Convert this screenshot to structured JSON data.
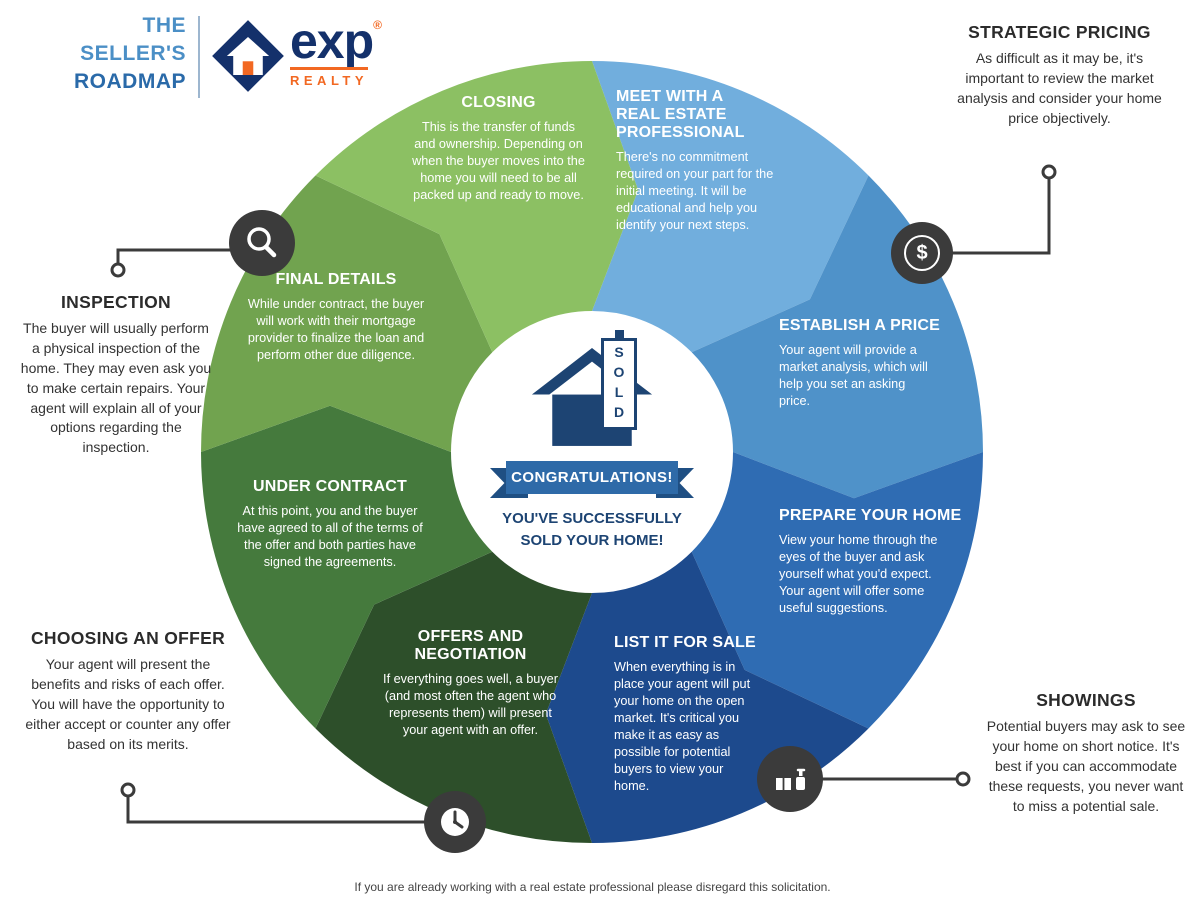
{
  "header": {
    "line1": "THE",
    "line2": "SELLER'S",
    "line3": "ROADMAP",
    "brand": "exp",
    "brand_reg": "®",
    "brand_sub": "REALTY"
  },
  "wheel": {
    "segments": [
      {
        "id": "meet",
        "title": "MEET WITH A REAL ESTATE PROFESSIONAL",
        "body": "There's no commitment required on your part for the initial meeting. It will be educational and help you identify your next steps.",
        "color": "#71aedd"
      },
      {
        "id": "establish",
        "title": "ESTABLISH A PRICE",
        "body": "Your agent will provide a market analysis, which will help you set an asking price.",
        "color": "#4f92c9"
      },
      {
        "id": "prepare",
        "title": "PREPARE YOUR HOME",
        "body": "View your home through the eyes of the buyer and ask yourself what you'd expect. Your agent will offer some useful suggestions.",
        "color": "#2f6cb3"
      },
      {
        "id": "list",
        "title": "LIST IT FOR SALE",
        "body": "When everything is in place your agent will put your home on the open market. It's critical you make it as easy as possible for potential buyers to view your home.",
        "color": "#1d4a8d"
      },
      {
        "id": "offers",
        "title": "OFFERS AND NEGOTIATION",
        "body": "If everything goes well, a buyer (and most often the agent who represents them) will present your agent with an offer.",
        "color": "#2d4f2a"
      },
      {
        "id": "under",
        "title": "UNDER CONTRACT",
        "body": "At this point, you and the buyer have agreed to all of the terms of the offer and both parties have signed the agreements.",
        "color": "#457a3d"
      },
      {
        "id": "final",
        "title": "FINAL DETAILS",
        "body": "While under contract, the buyer will work with their mortgage provider to finalize the loan and perform other due diligence.",
        "color": "#71a34f"
      },
      {
        "id": "closing",
        "title": "CLOSING",
        "body": "This is the transfer of funds and ownership. Depending on when the buyer moves into the home you will need to be all packed up and ready to move.",
        "color": "#8cc063"
      }
    ]
  },
  "center": {
    "sold_sign": "SOLD",
    "banner": "CONGRATULATIONS!",
    "message_line1": "YOU'VE SUCCESSFULLY",
    "message_line2": "SOLD YOUR HOME!"
  },
  "callouts": {
    "strategic_pricing": {
      "title": "STRATEGIC PRICING",
      "body": "As difficult as it may be, it's important to review the market analysis and consider your home price objectively.",
      "icon": "dollar-icon"
    },
    "inspection": {
      "title": "INSPECTION",
      "body": "The buyer will usually perform a physical inspection of the home. They may even ask you to make certain repairs. Your agent will explain all of your options regarding the inspection.",
      "icon": "magnifier-icon"
    },
    "choosing_an_offer": {
      "title": "CHOOSING AN OFFER",
      "body": "Your agent will present the benefits and risks of each offer. You will have the opportunity to either accept or counter any offer based on its merits.",
      "icon": "clock-icon"
    },
    "showings": {
      "title": "SHOWINGS",
      "body": "Potential buyers may ask to see your home on short notice. It's best if you can accommodate these requests, you never want to miss a potential sale.",
      "icon": "person-with-box-icon"
    }
  },
  "icons": {
    "dollar_glyph": "$"
  },
  "footer": {
    "disclaimer": "If you are already working with a real estate professional please disregard this solicitation."
  },
  "colors": {
    "deep_navy": "#1d4473",
    "banner_blue": "#2e6aa8",
    "icon_gray": "#3b3b3b",
    "orange": "#f26822",
    "brand_navy": "#14316b",
    "header_blue": "#4b8fc6",
    "header_blue_dark": "#2a6aa9",
    "text_dark": "#2b2b2b"
  }
}
